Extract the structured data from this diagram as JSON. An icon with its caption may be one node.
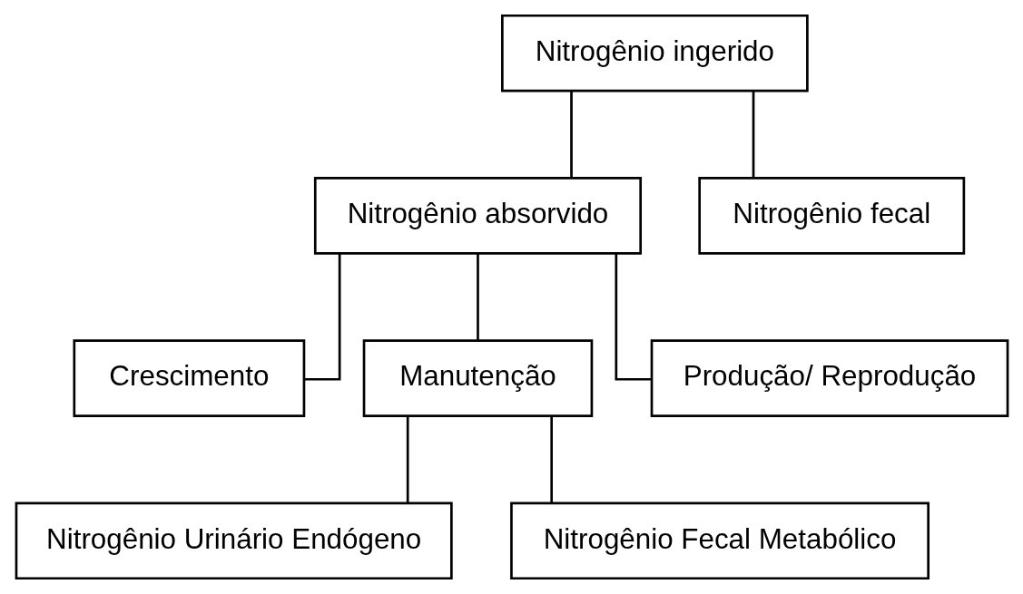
{
  "diagram": {
    "nodes": [
      {
        "text": [
          "Nitrogênio ingerido"
        ]
      },
      {
        "text": [
          "Nitrogênio absorvido"
        ]
      },
      {
        "text": [
          "Nitrogênio fecal"
        ]
      },
      {
        "text": [
          "Crescimento"
        ]
      },
      {
        "text": [
          "Manutenção"
        ]
      },
      {
        "text": [
          "Produção/ Reprodução"
        ]
      },
      {
        "text": [
          "Nitrogênio Urinário Endógeno"
        ]
      },
      {
        "text": [
          "Nitrogênio Fecal Metabólico"
        ]
      }
    ],
    "edges": [
      {
        "from": 0,
        "to": 1,
        "arrow": "none"
      },
      {
        "from": 0,
        "to": 2,
        "arrow": "none"
      },
      {
        "from": 1,
        "to": 3,
        "arrow": "none"
      },
      {
        "from": 1,
        "to": 4,
        "arrow": "none"
      },
      {
        "from": 1,
        "to": 5,
        "arrow": "none"
      },
      {
        "from": 4,
        "to": 6,
        "arrow": "none"
      },
      {
        "from": 4,
        "to": 7,
        "arrow": "none"
      }
    ]
  }
}
